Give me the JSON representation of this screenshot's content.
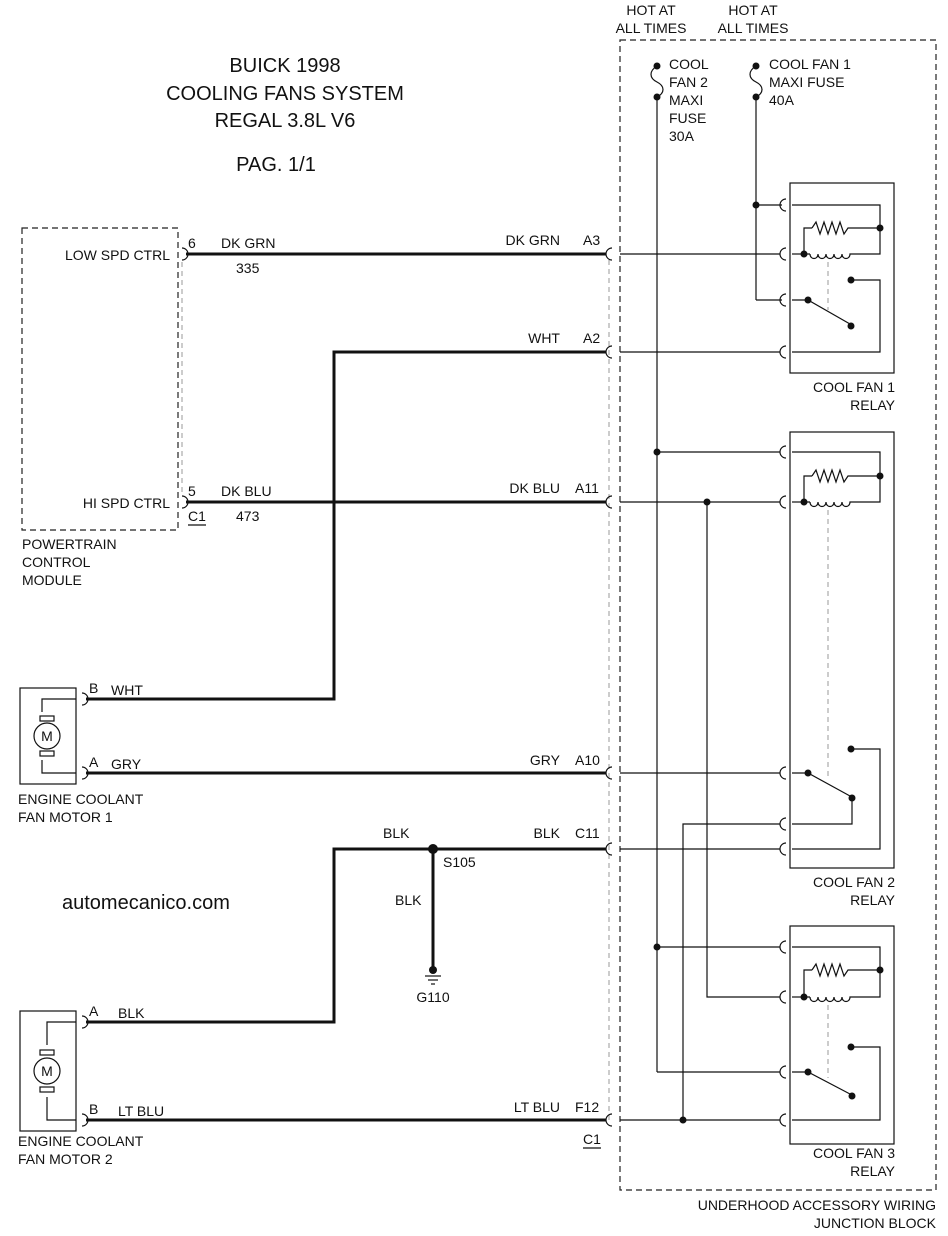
{
  "title": {
    "line1": "BUICK 1998",
    "line2": "COOLING FANS SYSTEM",
    "line3": "REGAL 3.8L V6",
    "page": "PAG. 1/1"
  },
  "watermark": "automecanico.com",
  "supply": {
    "hot_fan2": [
      "HOT AT",
      "ALL TIMES"
    ],
    "hot_fan1": [
      "HOT AT",
      "ALL TIMES"
    ],
    "fuse_fan2": [
      "COOL",
      "FAN 2",
      "MAXI",
      "FUSE",
      "30A"
    ],
    "fuse_fan1": [
      "COOL FAN 1",
      "MAXI FUSE",
      "40A"
    ]
  },
  "pcm": {
    "name": [
      "POWERTRAIN",
      "CONTROL",
      "MODULE"
    ],
    "low_spd": "LOW SPD CTRL",
    "hi_spd": "HI SPD CTRL",
    "pin_low": "6",
    "pin_hi": "5",
    "connector": "C1"
  },
  "wires": {
    "dkgrn_color": "DK GRN",
    "dkgrn_circuit": "335",
    "dkgrn_right": "DK GRN",
    "dkgrn_term": "A3",
    "wht_right": "WHT",
    "wht_term": "A2",
    "dkblu_color": "DK BLU",
    "dkblu_circuit": "473",
    "dkblu_right": "DK BLU",
    "dkblu_term": "A11",
    "gry_right": "GRY",
    "gry_term": "A10",
    "blk_left": "BLK",
    "blk_right": "BLK",
    "blk_term": "C11",
    "splice": "S105",
    "blk_down": "BLK",
    "ground": "G110",
    "ltblu_right": "LT BLU",
    "ltblu_term": "F12",
    "jb_connector": "C1"
  },
  "motor1": {
    "name": [
      "ENGINE COOLANT",
      "FAN MOTOR 1"
    ],
    "pin_b": "B",
    "wire_b": "WHT",
    "pin_a": "A",
    "wire_a": "GRY",
    "symbol": "M"
  },
  "motor2": {
    "name": [
      "ENGINE COOLANT",
      "FAN MOTOR 2"
    ],
    "pin_a": "A",
    "wire_a": "BLK",
    "pin_b": "B",
    "wire_b": "LT BLU",
    "symbol": "M"
  },
  "relays": {
    "relay1": [
      "COOL FAN 1",
      "RELAY"
    ],
    "relay2": [
      "COOL FAN 2",
      "RELAY"
    ],
    "relay3": [
      "COOL FAN 3",
      "RELAY"
    ]
  },
  "junction_block": [
    "UNDERHOOD ACCESSORY WIRING",
    "JUNCTION BLOCK"
  ]
}
